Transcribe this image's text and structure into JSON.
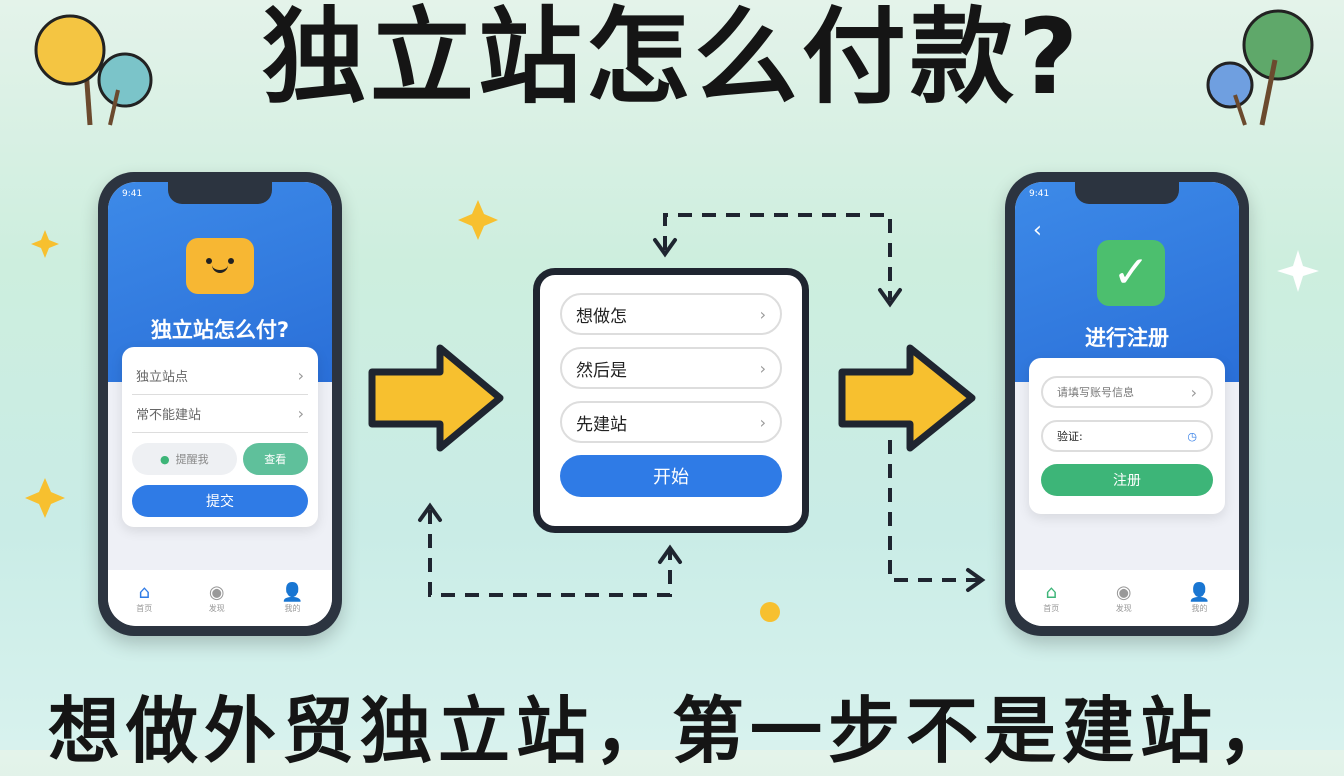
{
  "title": "独立站怎么付款?",
  "bottom_caption": "想做外贸独立站，第一步不是建站，",
  "colors": {
    "accent_blue": "#2f7be6",
    "accent_green": "#3db578",
    "arrow_yellow": "#f7c02f",
    "outline": "#1f2530"
  },
  "left_phone": {
    "time": "9:41",
    "app_title": "独立站怎么付?",
    "rows": [
      "独立站点",
      "常不能建站"
    ],
    "chip_left": "提醒我",
    "chip_right": "查看",
    "primary_button": "提交",
    "tabs": [
      "首页",
      "发现",
      "我的"
    ],
    "icons": [
      "home-icon",
      "compass-icon",
      "user-icon"
    ]
  },
  "center_card": {
    "options": [
      "想做怎",
      "然后是",
      "先建站"
    ],
    "button": "开始"
  },
  "right_phone": {
    "time": "9:41",
    "app_title": "进行注册",
    "field_1": "请填写账号信息",
    "field_2": "验证:",
    "primary_button": "注册",
    "tabs": [
      "首页",
      "发现",
      "我的"
    ]
  }
}
